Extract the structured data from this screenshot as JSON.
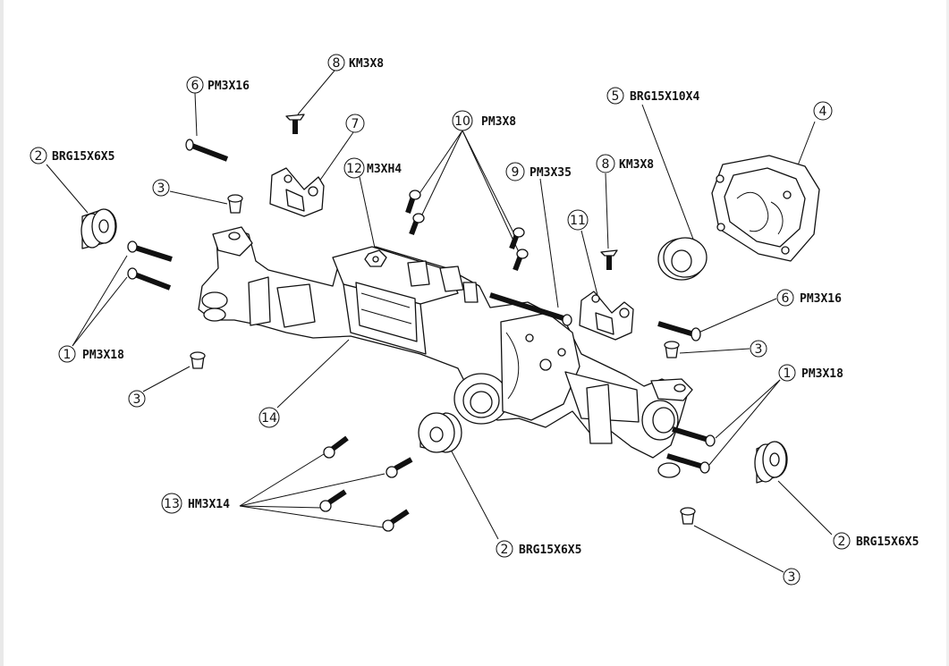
{
  "callouts": [
    {
      "id": "c-6a",
      "number": "6",
      "label": "PM3X16"
    },
    {
      "id": "c-8a",
      "number": "8",
      "label": "KM3X8"
    },
    {
      "id": "c-7",
      "number": "7",
      "label": ""
    },
    {
      "id": "c-2a",
      "number": "2",
      "label": "BRG15X6X5"
    },
    {
      "id": "c-3a",
      "number": "3",
      "label": ""
    },
    {
      "id": "c-12",
      "number": "12",
      "label": "M3XH4"
    },
    {
      "id": "c-10",
      "number": "10",
      "label": "PM3X8"
    },
    {
      "id": "c-9",
      "number": "9",
      "label": "PM3X35"
    },
    {
      "id": "c-8b",
      "number": "8",
      "label": "KM3X8"
    },
    {
      "id": "c-5",
      "number": "5",
      "label": "BRG15X10X4"
    },
    {
      "id": "c-4",
      "number": "4",
      "label": ""
    },
    {
      "id": "c-11",
      "number": "11",
      "label": ""
    },
    {
      "id": "c-6b",
      "number": "6",
      "label": "PM3X16"
    },
    {
      "id": "c-1a",
      "number": "1",
      "label": "PM3X18"
    },
    {
      "id": "c-3b",
      "number": "3",
      "label": ""
    },
    {
      "id": "c-3c",
      "number": "3",
      "label": ""
    },
    {
      "id": "c-1b",
      "number": "1",
      "label": "PM3X18"
    },
    {
      "id": "c-14",
      "number": "14",
      "label": ""
    },
    {
      "id": "c-13",
      "number": "13",
      "label": "HM3X14"
    },
    {
      "id": "c-2b",
      "number": "2",
      "label": "BRG15X6X5"
    },
    {
      "id": "c-2c",
      "number": "2",
      "label": "BRG15X6X5"
    },
    {
      "id": "c-3d",
      "number": "3",
      "label": ""
    }
  ]
}
